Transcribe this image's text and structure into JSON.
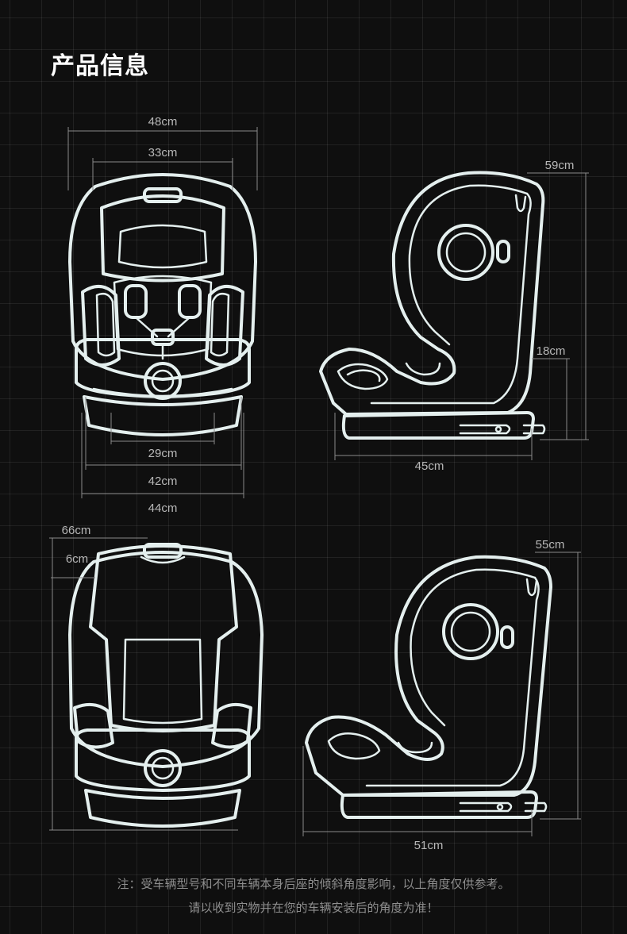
{
  "title": "产品信息",
  "views": {
    "front_upright": {
      "dimensions": {
        "outer_top": "48cm",
        "inner_top": "33cm",
        "base_inner": "29cm",
        "base_mid": "42cm",
        "base_outer": "44cm"
      }
    },
    "side_upright": {
      "dimensions": {
        "height": "59cm",
        "base_height": "18cm",
        "depth": "45cm"
      }
    },
    "front_extended": {
      "dimensions": {
        "height": "66cm",
        "headrest_extension": "6cm"
      }
    },
    "side_extended": {
      "dimensions": {
        "height": "55cm",
        "depth": "51cm"
      }
    }
  },
  "notes": [
    "注：受车辆型号和不同车辆本身后座的倾斜角度影响，以上角度仅供参考。",
    "请以收到实物并在您的车辆安装后的角度为准！"
  ],
  "colors": {
    "background": "#0f0f0f",
    "line_art": "#e4efee",
    "dimension_line": "#8a8a8a",
    "dimension_text": "#b8b8b8"
  }
}
